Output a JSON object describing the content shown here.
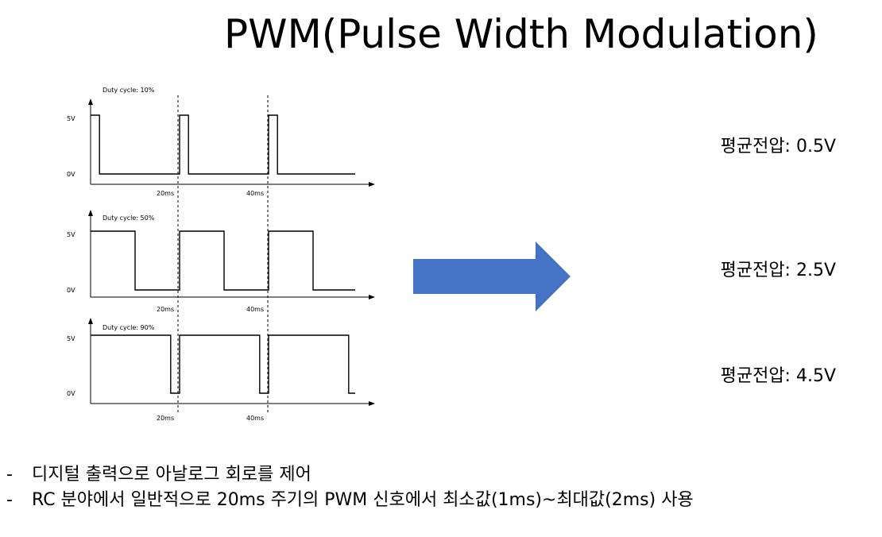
{
  "title": "PWM(Pulse Width Modulation)",
  "chart_data": [
    {
      "type": "line",
      "title": "Duty cycle: 10%",
      "duty_cycle": 0.1,
      "period_ms": 20,
      "y_ticks": [
        "5V",
        "0V"
      ],
      "x_ticks": [
        "20ms",
        "40ms"
      ]
    },
    {
      "type": "line",
      "title": "Duty cycle: 50%",
      "duty_cycle": 0.5,
      "period_ms": 20,
      "y_ticks": [
        "5V",
        "0V"
      ],
      "x_ticks": [
        "20ms",
        "40ms"
      ]
    },
    {
      "type": "line",
      "title": "Duty cycle: 90%",
      "duty_cycle": 0.9,
      "period_ms": 20,
      "y_ticks": [
        "5V",
        "0V"
      ],
      "x_ticks": [
        "20ms",
        "40ms"
      ]
    }
  ],
  "averages": [
    "평균전압: 0.5V",
    "평균전압: 2.5V",
    "평균전압: 4.5V"
  ],
  "arrow_color": "#4472C4",
  "bullets": [
    {
      "mark": "-",
      "text": "디지털 출력으로 아날로그 회로를 제어"
    },
    {
      "mark": "-",
      "text": "RC 분야에서 일반적으로 20ms 주기의 PWM 신호에서 최소값(1ms)~최대값(2ms) 사용"
    }
  ]
}
